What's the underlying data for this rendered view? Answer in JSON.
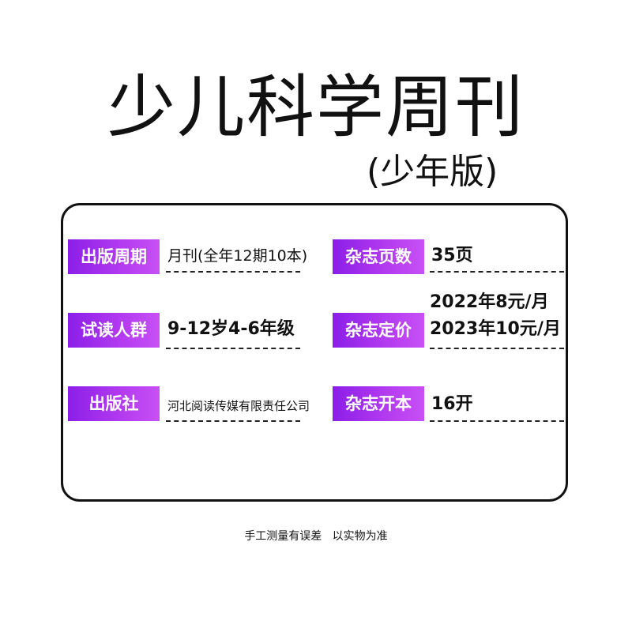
{
  "title": "少儿科学周刊",
  "subtitle": "(少年版)",
  "info": {
    "row1": {
      "left_label": "出版周期",
      "left_value": "月刊(全年12期10本)",
      "right_label": "杂志页数",
      "right_value": "35页"
    },
    "row2": {
      "left_label": "试读人群",
      "left_value": "9-12岁4-6年级",
      "right_label": "杂志定价",
      "right_value_line1": "2022年8元/月",
      "right_value_line2": "2023年10元/月"
    },
    "row3": {
      "left_label": "出版社",
      "left_value": "河北阅读传媒有限责任公司",
      "right_label": "杂志开本",
      "right_value": "16开"
    }
  },
  "footnote": "手工测量有误差   以实物为准",
  "colors": {
    "label_gradient_start": "#8c1ee8",
    "label_gradient_end": "#c850f5",
    "text": "#111111",
    "background": "#ffffff"
  }
}
